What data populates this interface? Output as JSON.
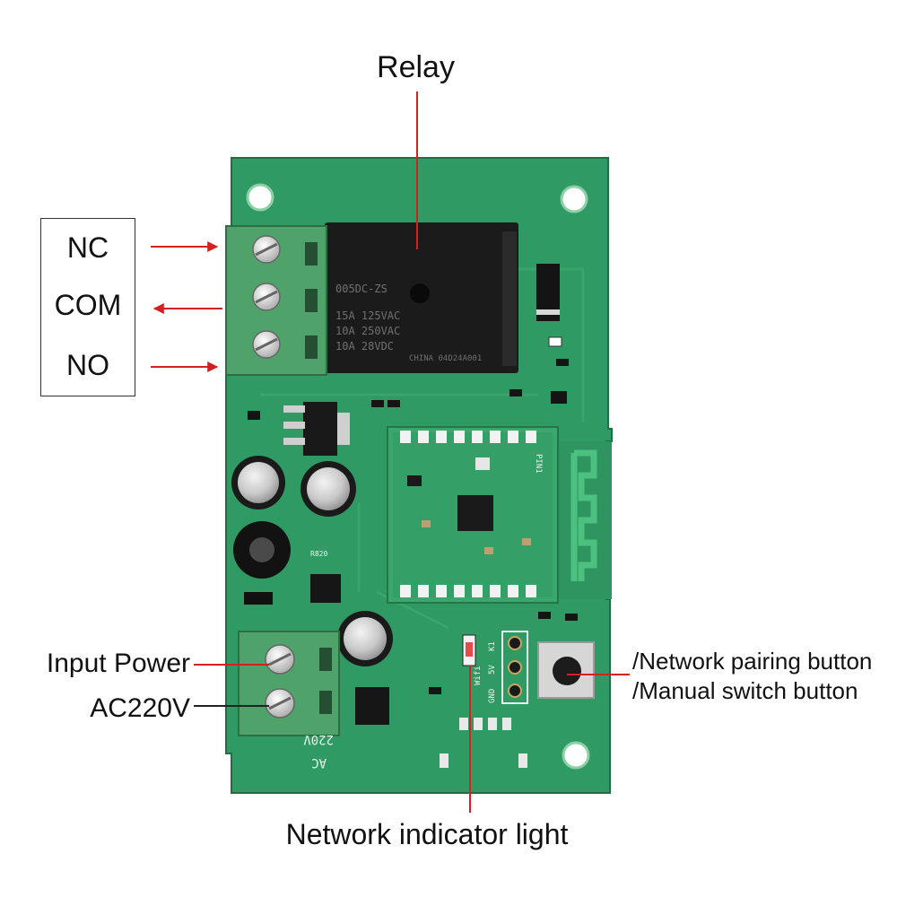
{
  "labels": {
    "relay": "Relay",
    "terminals": [
      "NC",
      "COM",
      "NO"
    ],
    "input_power": "Input Power",
    "ac": "AC220V",
    "pairing_button": "/Network pairing button",
    "manual_button": "/Manual switch button",
    "indicator": "Network indicator light"
  },
  "board_print": {
    "relay_model": "005DC-ZS",
    "relay_ratings": [
      "15A 125VAC",
      "10A 250VAC",
      "10A 28VDC"
    ],
    "relay_origin": "CHINA 04D24A001",
    "silk_220v": "220V",
    "silk_ac": "AC",
    "silk_wifi": "Wifi",
    "silk_gnd": "GND",
    "silk_5v": "5V",
    "silk_k1": "K1",
    "silk_r820": "R820",
    "silk_pin1": "PIN1"
  },
  "colors": {
    "pcb": "#2f9a63",
    "pcb_dark": "#23804f",
    "terminal": "#4fa36a",
    "relay": "#1b1b1b",
    "arrow": "#d42020"
  }
}
